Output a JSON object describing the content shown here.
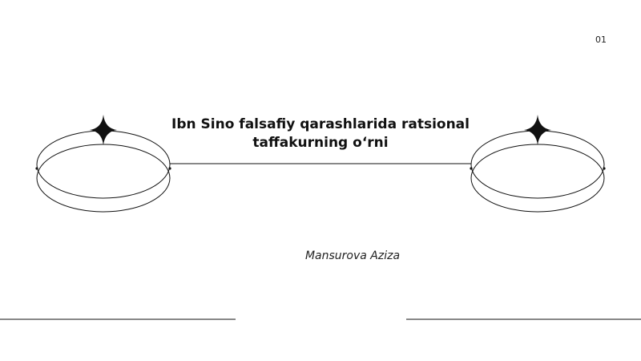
{
  "slide": {
    "page_number": "01",
    "title_line_1": "Ibn Sino falsafiy qarashlarida ratsional",
    "title_line_2": "taffakurning o‘rni",
    "author": "Mansurova Aziza"
  },
  "decor": {
    "stroke_color": "#111111",
    "icons": [
      "ring-icon",
      "four-point-star-icon"
    ]
  }
}
